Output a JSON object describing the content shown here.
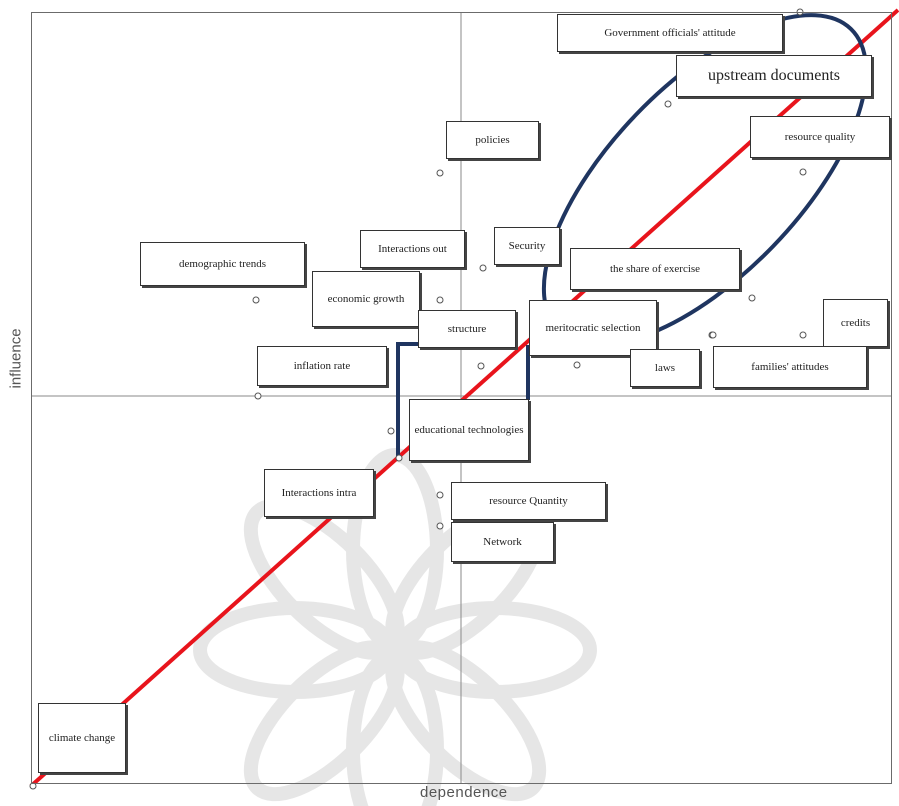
{
  "chart_data": {
    "type": "scatter",
    "xlabel": "dependence",
    "ylabel": "influence",
    "points": [
      {
        "label": "Government officials' attitude"
      },
      {
        "label": "upstream documents"
      },
      {
        "label": "resource quality"
      },
      {
        "label": "policies"
      },
      {
        "label": "Security"
      },
      {
        "label": "Interactions out"
      },
      {
        "label": "demographic trends"
      },
      {
        "label": "the share of exercise"
      },
      {
        "label": "economic growth"
      },
      {
        "label": "structure"
      },
      {
        "label": "meritocratic selection"
      },
      {
        "label": "credits"
      },
      {
        "label": "laws"
      },
      {
        "label": "families' attitudes"
      },
      {
        "label": "inflation rate"
      },
      {
        "label": "educational technologies"
      },
      {
        "label": "Interactions intra"
      },
      {
        "label": "resource Quantity"
      },
      {
        "label": "Network"
      },
      {
        "label": "climate change"
      }
    ],
    "colors": {
      "diagonal": "#e8141c",
      "cluster": "#1f3560",
      "grid": "#8a8a8a"
    }
  }
}
